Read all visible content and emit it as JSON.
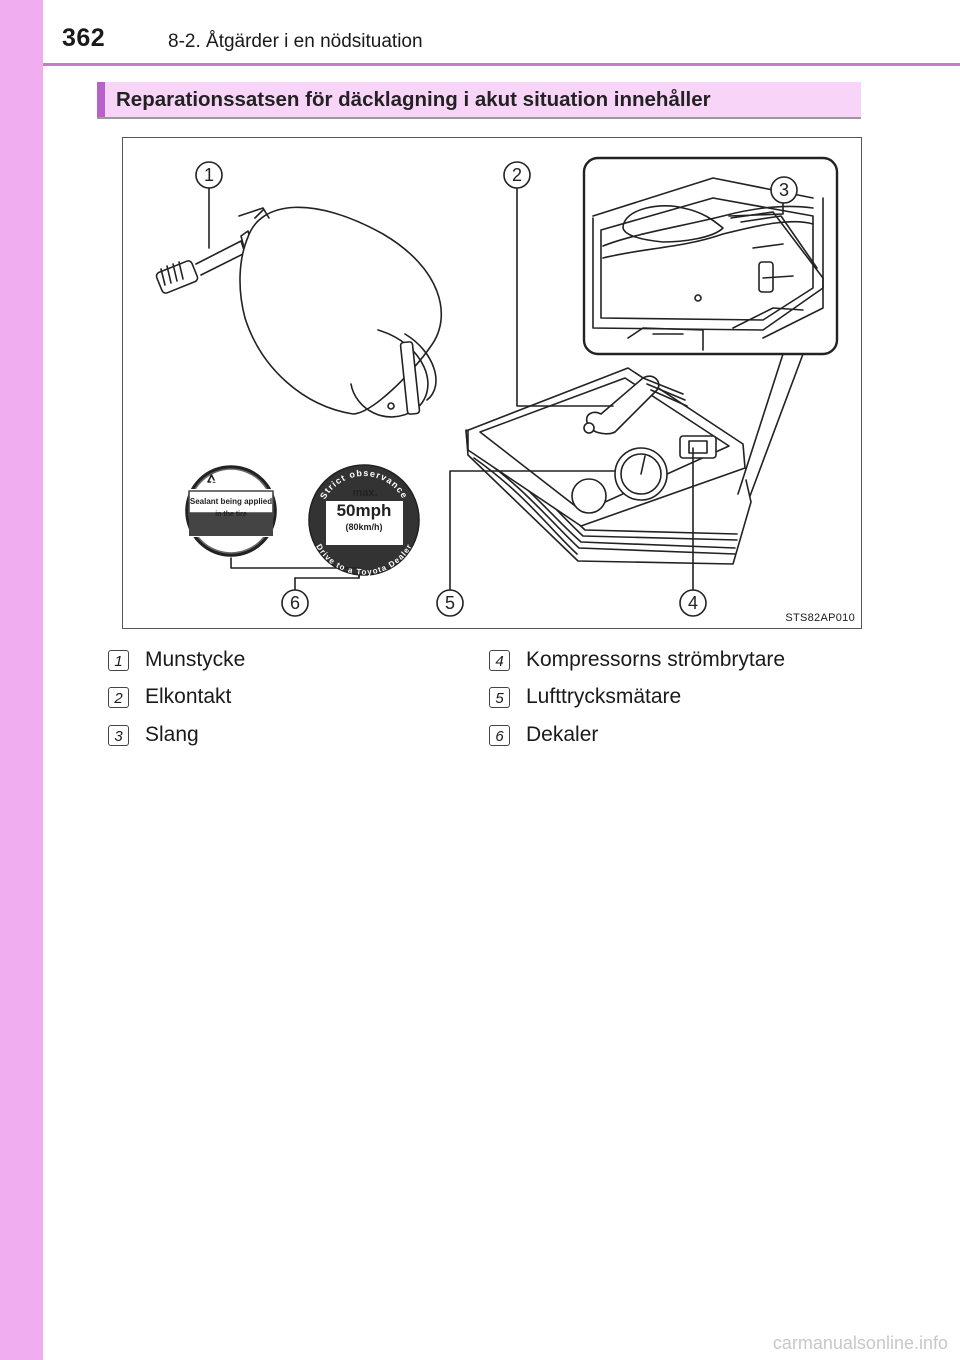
{
  "header": {
    "page_number": "362",
    "section": "8-2. Åtgärder i en nödsituation"
  },
  "heading": "Reparationssatsen för däcklagning i akut situation innehåller",
  "figure": {
    "code": "STS82AP010",
    "callouts": [
      "1",
      "2",
      "3",
      "4",
      "5",
      "6"
    ],
    "caution_sticker": {
      "title": "CAUTION",
      "line1": "Sealant being applied",
      "line2": "in the tire"
    },
    "speed_sticker": {
      "arc_top": "Strict observance",
      "arc_bottom": "Drive to a Toyota Dealer",
      "max": "max.",
      "speed": "50mph",
      "metric": "(80km/h)"
    }
  },
  "legend": [
    {
      "num": "1",
      "label": "Munstycke"
    },
    {
      "num": "2",
      "label": "Elkontakt"
    },
    {
      "num": "3",
      "label": "Slang"
    },
    {
      "num": "4",
      "label": "Kompressorns strömbrytare"
    },
    {
      "num": "5",
      "label": "Lufttrycksmätare"
    },
    {
      "num": "6",
      "label": "Dekaler"
    }
  ],
  "watermark": "carmanualsonline.info",
  "colors": {
    "sidebar": "#f0aef0",
    "heading_bg": "#f9d4f9",
    "heading_accent": "#b861c9"
  }
}
